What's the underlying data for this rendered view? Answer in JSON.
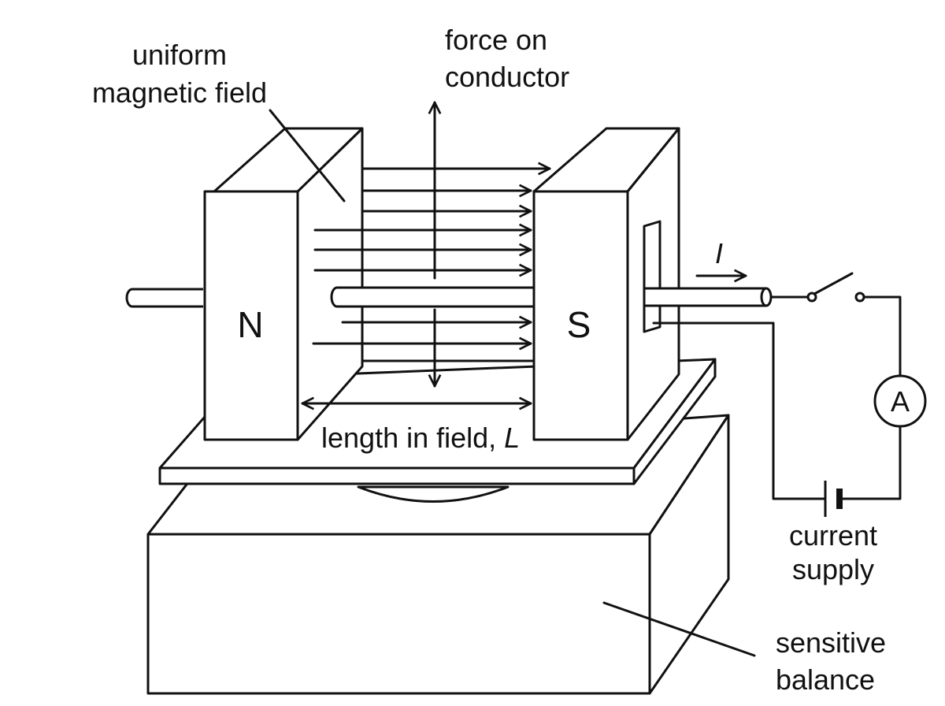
{
  "labels": {
    "field_line1": "uniform",
    "field_line2": "magnetic field",
    "force_line1": "force on",
    "force_line2": "conductor",
    "length_text": "length in field, ",
    "length_symbol": "L",
    "current_symbol": "I",
    "supply_line1": "current",
    "supply_line2": "supply",
    "balance_line1": "sensitive",
    "balance_line2": "balance",
    "pole_north": "N",
    "pole_south": "S",
    "ammeter": "A"
  },
  "colors": {
    "ink": "#111111",
    "background": "#ffffff"
  }
}
